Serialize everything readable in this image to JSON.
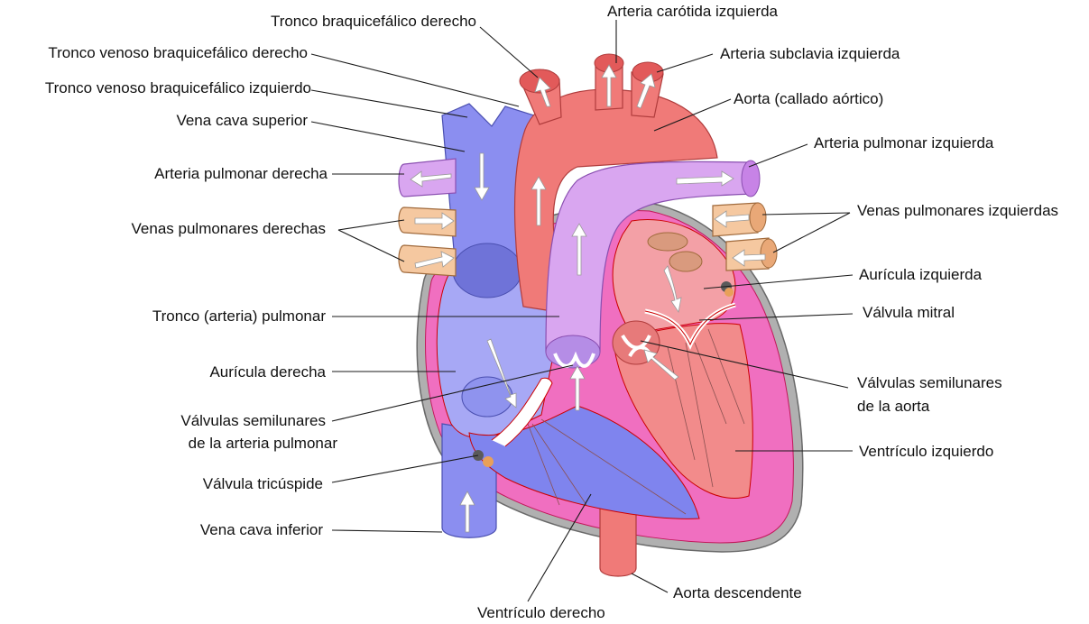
{
  "labels": {
    "tronco_braquicefalico_derecho": "Tronco braquicefálico derecho",
    "arteria_carotida_izquierda": "Arteria carótida izquierda",
    "tronco_venoso_braq_derecho": "Tronco venoso braquicefálico derecho",
    "arteria_subclavia_izquierda": "Arteria subclavia izquierda",
    "tronco_venoso_braq_izquierdo": "Tronco venoso braquicefálico izquierdo",
    "aorta_callado": "Aorta (callado aórtico)",
    "vena_cava_superior": "Vena cava superior",
    "arteria_pulmonar_izquierda": "Arteria pulmonar izquierda",
    "arteria_pulmonar_derecha": "Arteria pulmonar derecha",
    "venas_pulmonares_izquierdas": "Venas pulmonares izquierdas",
    "venas_pulmonares_derechas": "Venas pulmonares derechas",
    "auricula_izquierda": "Aurícula izquierda",
    "valvula_mitral": "Válvula mitral",
    "tronco_pulmonar": "Tronco (arteria) pulmonar",
    "auricula_derecha": "Aurícula derecha",
    "valvulas_semilunares_aorta_1": "Válvulas semilunares",
    "valvulas_semilunares_aorta_2": "de la aorta",
    "valvulas_semilunares_pulmonar_1": "Válvulas semilunares",
    "valvulas_semilunares_pulmonar_2": "de la arteria pulmonar",
    "ventriculo_izquierdo": "Ventrículo izquierdo",
    "valvula_tricuspide": "Válvula tricúspide",
    "vena_cava_inferior": "Vena cava inferior",
    "aorta_descendente": "Aorta descendente",
    "ventriculo_derecho": "Ventrículo derecho"
  },
  "colors": {
    "deoxygenated": "#8b8ef0",
    "oxygenated": "#f07a78",
    "pulmonary_artery": "#d9a6f0",
    "pulmonary_veins": "#f5c8a0",
    "myocardium": "#f073c0",
    "pericardium": "#b5b5b5",
    "valve": "#ffffff"
  }
}
